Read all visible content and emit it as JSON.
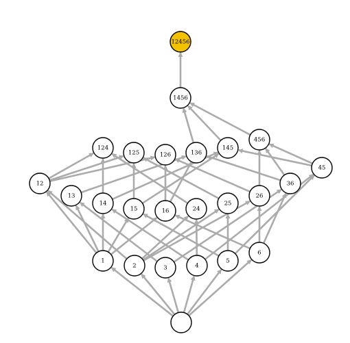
{
  "colors": {
    "edge": "#ababab",
    "node_fill": "#ffffff",
    "node_stroke": "#000000",
    "highlight": "#f2c200"
  },
  "nodes": [
    {
      "id": "empty",
      "label": ""
    },
    {
      "id": "1",
      "label": "1"
    },
    {
      "id": "2",
      "label": "2"
    },
    {
      "id": "3",
      "label": "3"
    },
    {
      "id": "4",
      "label": "4"
    },
    {
      "id": "5",
      "label": "5"
    },
    {
      "id": "6",
      "label": "6"
    },
    {
      "id": "12",
      "label": "12"
    },
    {
      "id": "13",
      "label": "13"
    },
    {
      "id": "14",
      "label": "14"
    },
    {
      "id": "15",
      "label": "15"
    },
    {
      "id": "16",
      "label": "16"
    },
    {
      "id": "24",
      "label": "24"
    },
    {
      "id": "25",
      "label": "25"
    },
    {
      "id": "26",
      "label": "26"
    },
    {
      "id": "36",
      "label": "36"
    },
    {
      "id": "45",
      "label": "45"
    },
    {
      "id": "124",
      "label": "124"
    },
    {
      "id": "125",
      "label": "125"
    },
    {
      "id": "126",
      "label": "126"
    },
    {
      "id": "136",
      "label": "136"
    },
    {
      "id": "145",
      "label": "145"
    },
    {
      "id": "456",
      "label": "456"
    },
    {
      "id": "1456",
      "label": "1456"
    },
    {
      "id": "12456",
      "label": "12456",
      "highlight": true
    }
  ],
  "edges": [
    [
      "empty",
      "1"
    ],
    [
      "empty",
      "2"
    ],
    [
      "empty",
      "3"
    ],
    [
      "empty",
      "4"
    ],
    [
      "empty",
      "5"
    ],
    [
      "empty",
      "6"
    ],
    [
      "1",
      "12"
    ],
    [
      "2",
      "12"
    ],
    [
      "1",
      "13"
    ],
    [
      "3",
      "13"
    ],
    [
      "1",
      "14"
    ],
    [
      "4",
      "14"
    ],
    [
      "1",
      "15"
    ],
    [
      "5",
      "15"
    ],
    [
      "1",
      "16"
    ],
    [
      "6",
      "16"
    ],
    [
      "2",
      "24"
    ],
    [
      "4",
      "24"
    ],
    [
      "2",
      "25"
    ],
    [
      "5",
      "25"
    ],
    [
      "2",
      "26"
    ],
    [
      "6",
      "26"
    ],
    [
      "3",
      "36"
    ],
    [
      "6",
      "36"
    ],
    [
      "4",
      "45"
    ],
    [
      "5",
      "45"
    ],
    [
      "12",
      "124"
    ],
    [
      "14",
      "124"
    ],
    [
      "24",
      "124"
    ],
    [
      "12",
      "125"
    ],
    [
      "15",
      "125"
    ],
    [
      "25",
      "125"
    ],
    [
      "12",
      "126"
    ],
    [
      "16",
      "126"
    ],
    [
      "26",
      "126"
    ],
    [
      "13",
      "136"
    ],
    [
      "16",
      "136"
    ],
    [
      "36",
      "136"
    ],
    [
      "14",
      "145"
    ],
    [
      "15",
      "145"
    ],
    [
      "45",
      "145"
    ],
    [
      "45",
      "456"
    ],
    [
      "26",
      "456"
    ],
    [
      "36",
      "456"
    ],
    [
      "145",
      "1456"
    ],
    [
      "456",
      "1456"
    ],
    [
      "136",
      "1456"
    ],
    [
      "1456",
      "12456"
    ]
  ]
}
